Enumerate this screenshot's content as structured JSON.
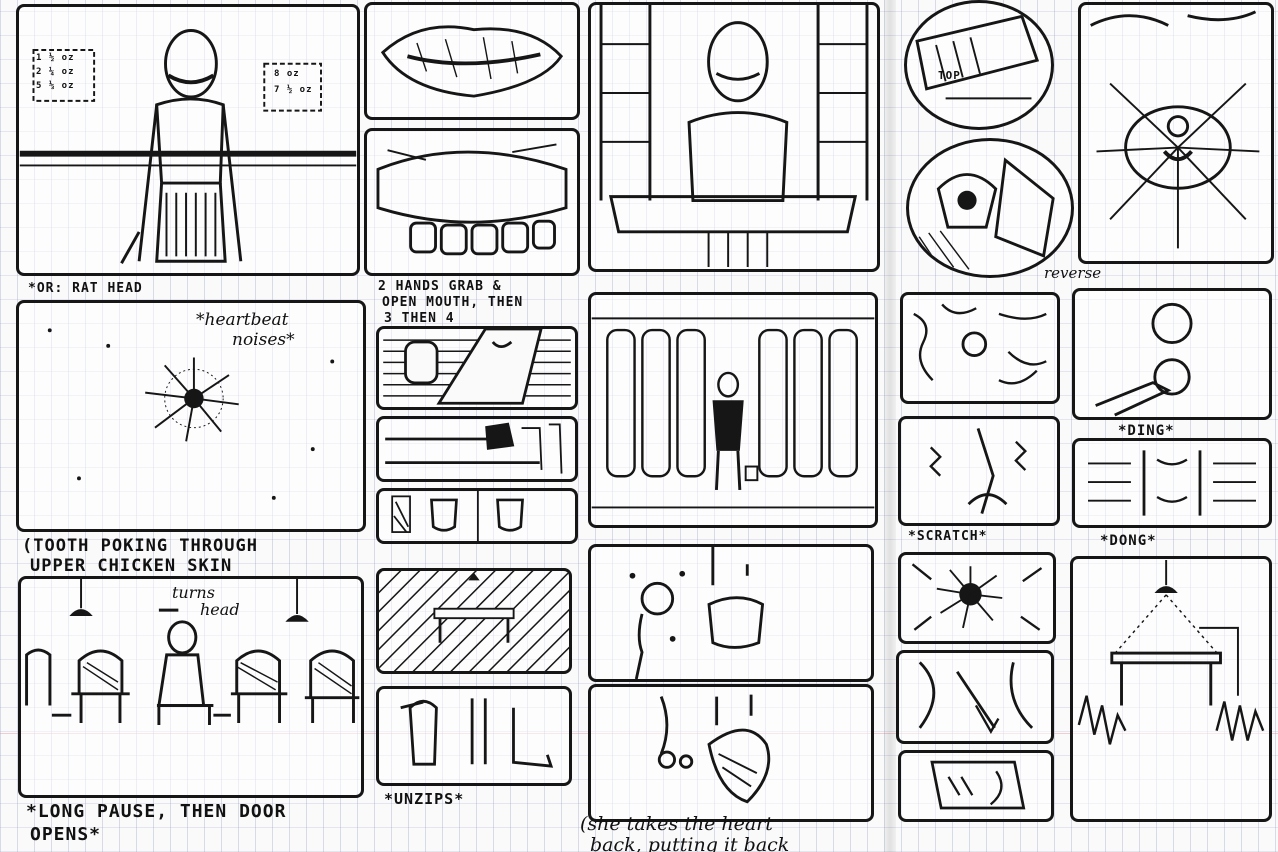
{
  "captions": {
    "rat_head": "*OR: RAT HEAD",
    "heartbeat_line1": "*heartbeat",
    "heartbeat_line2": "noises*",
    "tooth_line1": "(TOOTH POKING THROUGH",
    "tooth_line2": "UPPER CHICKEN SKIN",
    "turns_head_line1": "turns",
    "turns_head_line2": "head",
    "long_pause_line1": "*LONG PAUSE, THEN DOOR",
    "long_pause_line2": "OPENS*",
    "hands_grab_line1": "2 HANDS GRAB &",
    "hands_grab_line2": "OPEN MOUTH, THEN",
    "hands_grab_line3": "3 THEN 4",
    "unzips": "*UNZIPS*",
    "takes_heart_line1": "(she takes the heart",
    "takes_heart_line2": "back, putting it back",
    "top": "TOP",
    "reverse": "reverse",
    "scratch": "*SCRATCH*",
    "ding": "*DING*",
    "dong": "*DONG*"
  },
  "sign_left": [
    "1 ½ oz",
    "2 ¼ oz",
    "5 ⅓ oz"
  ],
  "sign_right": [
    "8 oz",
    "7 ½ oz"
  ],
  "colors": {
    "ink": "#161616",
    "paper": "#fafafa",
    "grid": "#96a0c8"
  }
}
